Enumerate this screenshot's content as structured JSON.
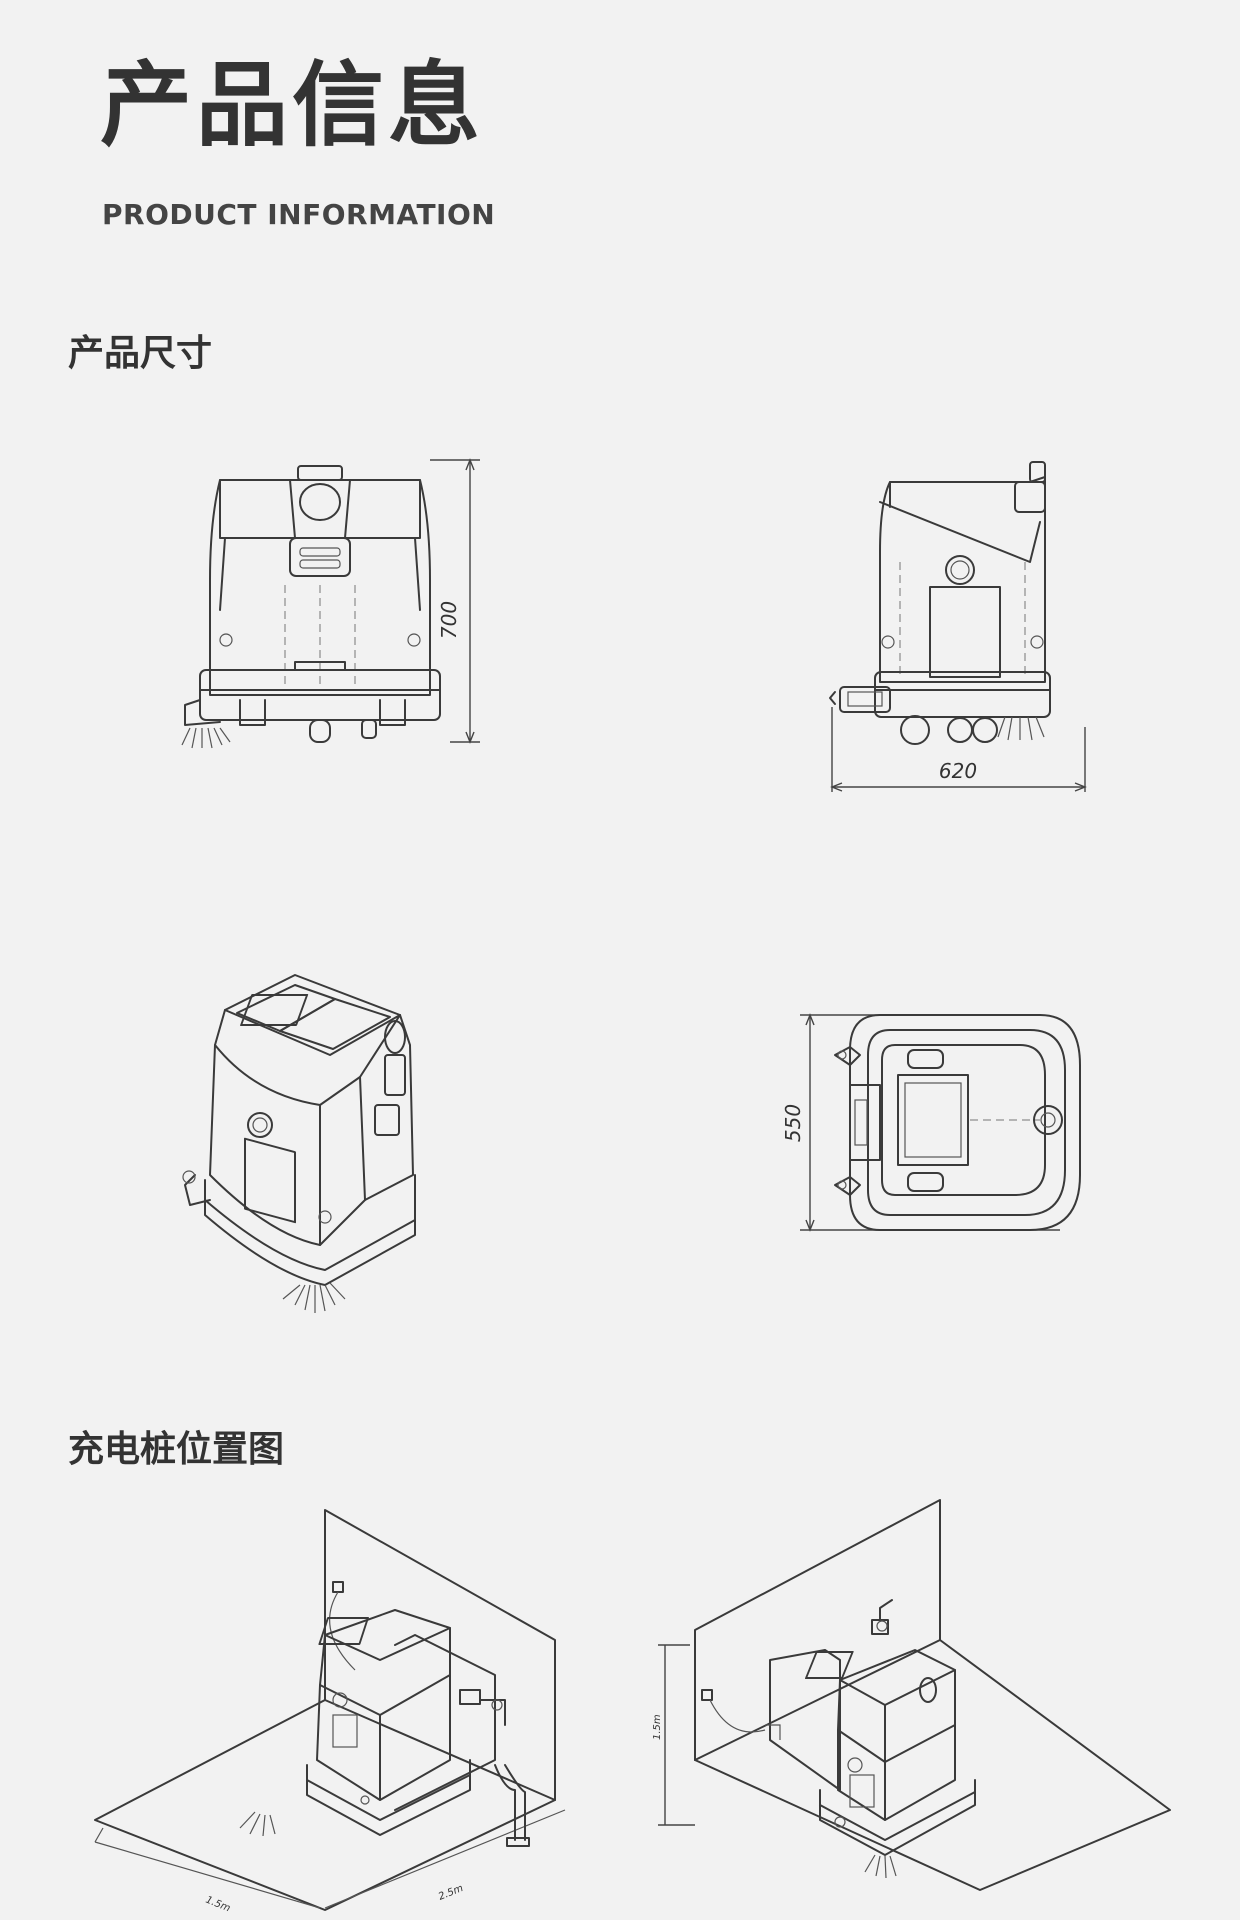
{
  "header": {
    "title": "产品信息",
    "subtitle": "PRODUCT INFORMATION"
  },
  "sections": {
    "size": {
      "title": "产品尺寸"
    },
    "charging": {
      "title": "充电桩位置图"
    }
  },
  "dimensions": {
    "height": "700",
    "length": "620",
    "width": "550"
  },
  "charging_dims": {
    "left_a": "1.5m",
    "left_b": "2.5m",
    "right_height": "1.5m"
  }
}
